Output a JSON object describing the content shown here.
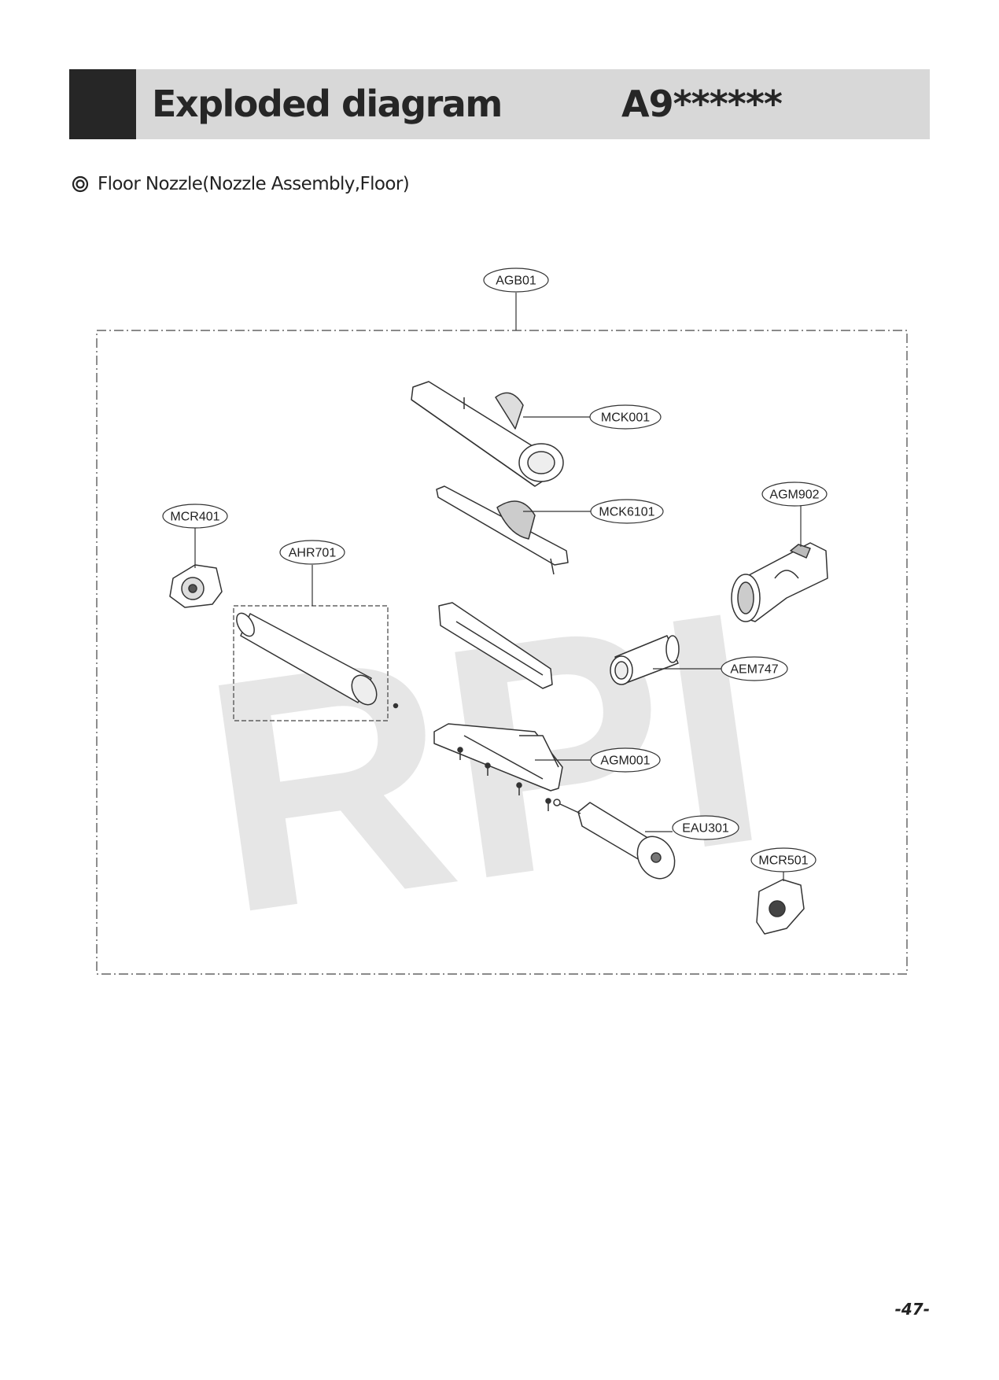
{
  "header": {
    "title": "Exploded diagram",
    "model": "A9******"
  },
  "section": {
    "heading": "Floor Nozzle(Nozzle Assembly,Floor)"
  },
  "watermark": "RPI",
  "callouts": {
    "agb01": "AGB01",
    "mck001": "MCK001",
    "mck6101": "MCK6101",
    "agm902": "AGM902",
    "mcr401": "MCR401",
    "ahr701": "AHR701",
    "aem747": "AEM747",
    "agm001": "AGM001",
    "eau301": "EAU301",
    "mcr501": "MCR501"
  },
  "page_number": "-47-"
}
